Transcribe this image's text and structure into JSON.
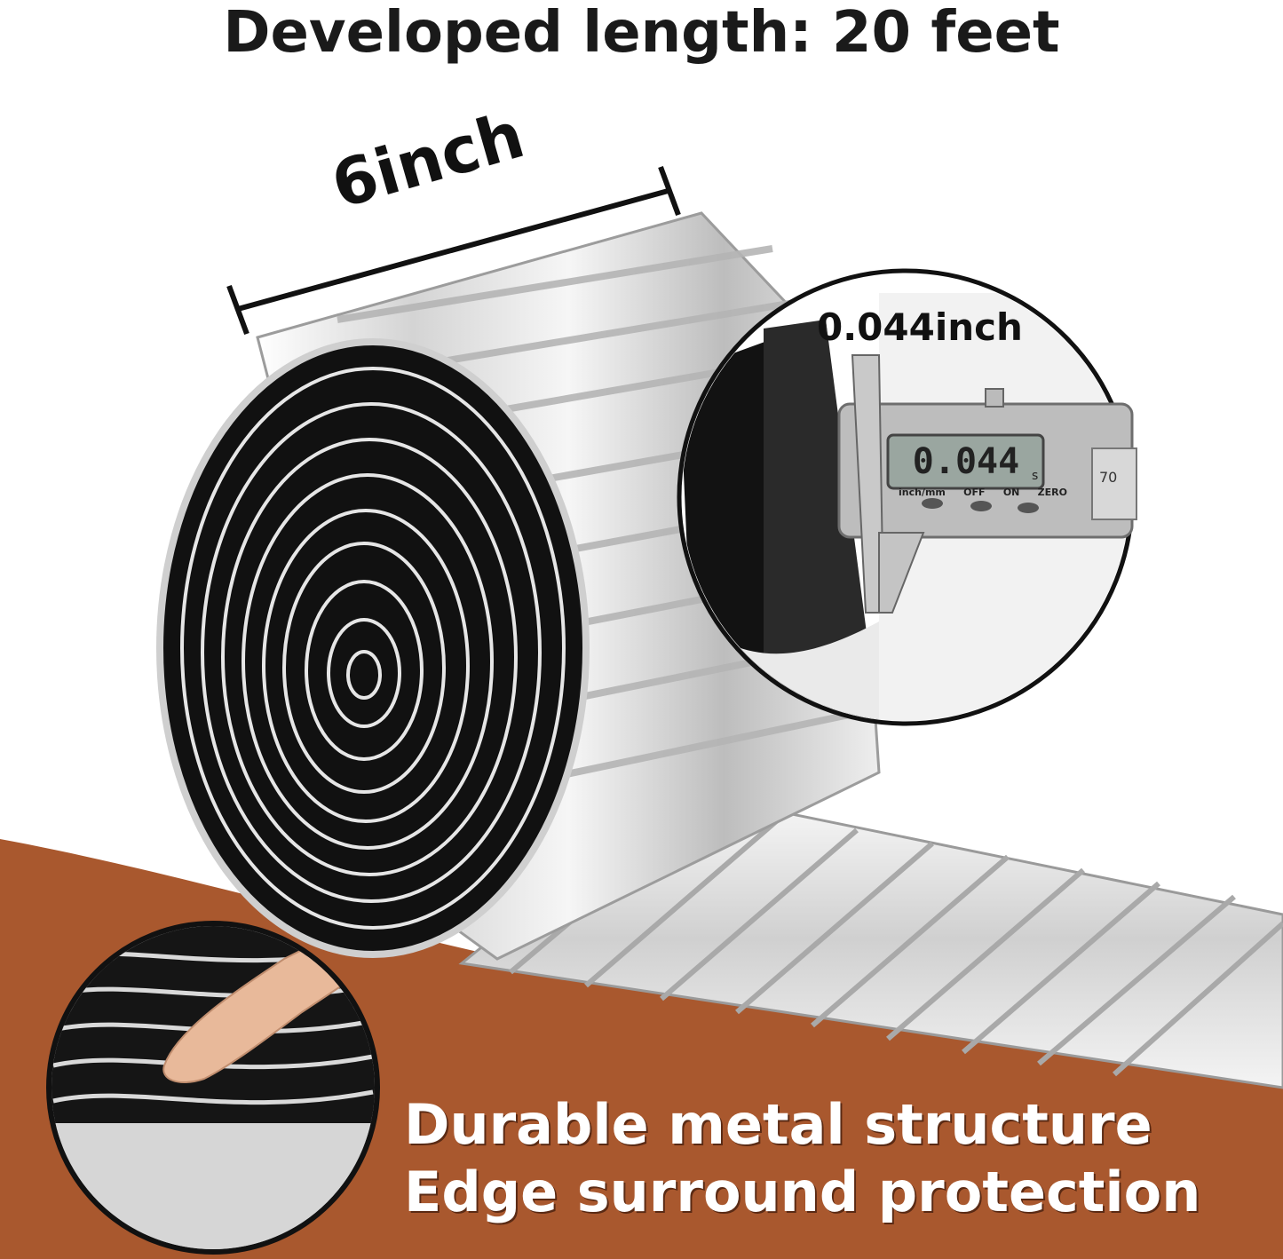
{
  "headline": "Developed length: 20 feet",
  "width_label": "6inch",
  "thickness_label": "0.044inch",
  "caliper": {
    "display": "0.044",
    "unit_suffix": "s",
    "button_labels": [
      "inch/mm",
      "OFF",
      "ON",
      "ZERO"
    ],
    "scale_text": "70"
  },
  "promo_lines": [
    "Durable metal structure",
    "Edge surround protection"
  ],
  "colors": {
    "band": "#a9582e",
    "metal_light": "#f2f2f2",
    "metal_mid": "#c9c9c9",
    "metal_dark": "#8a8a8a",
    "coil_inside": "#111111",
    "text_dark": "#1a1a1a"
  }
}
